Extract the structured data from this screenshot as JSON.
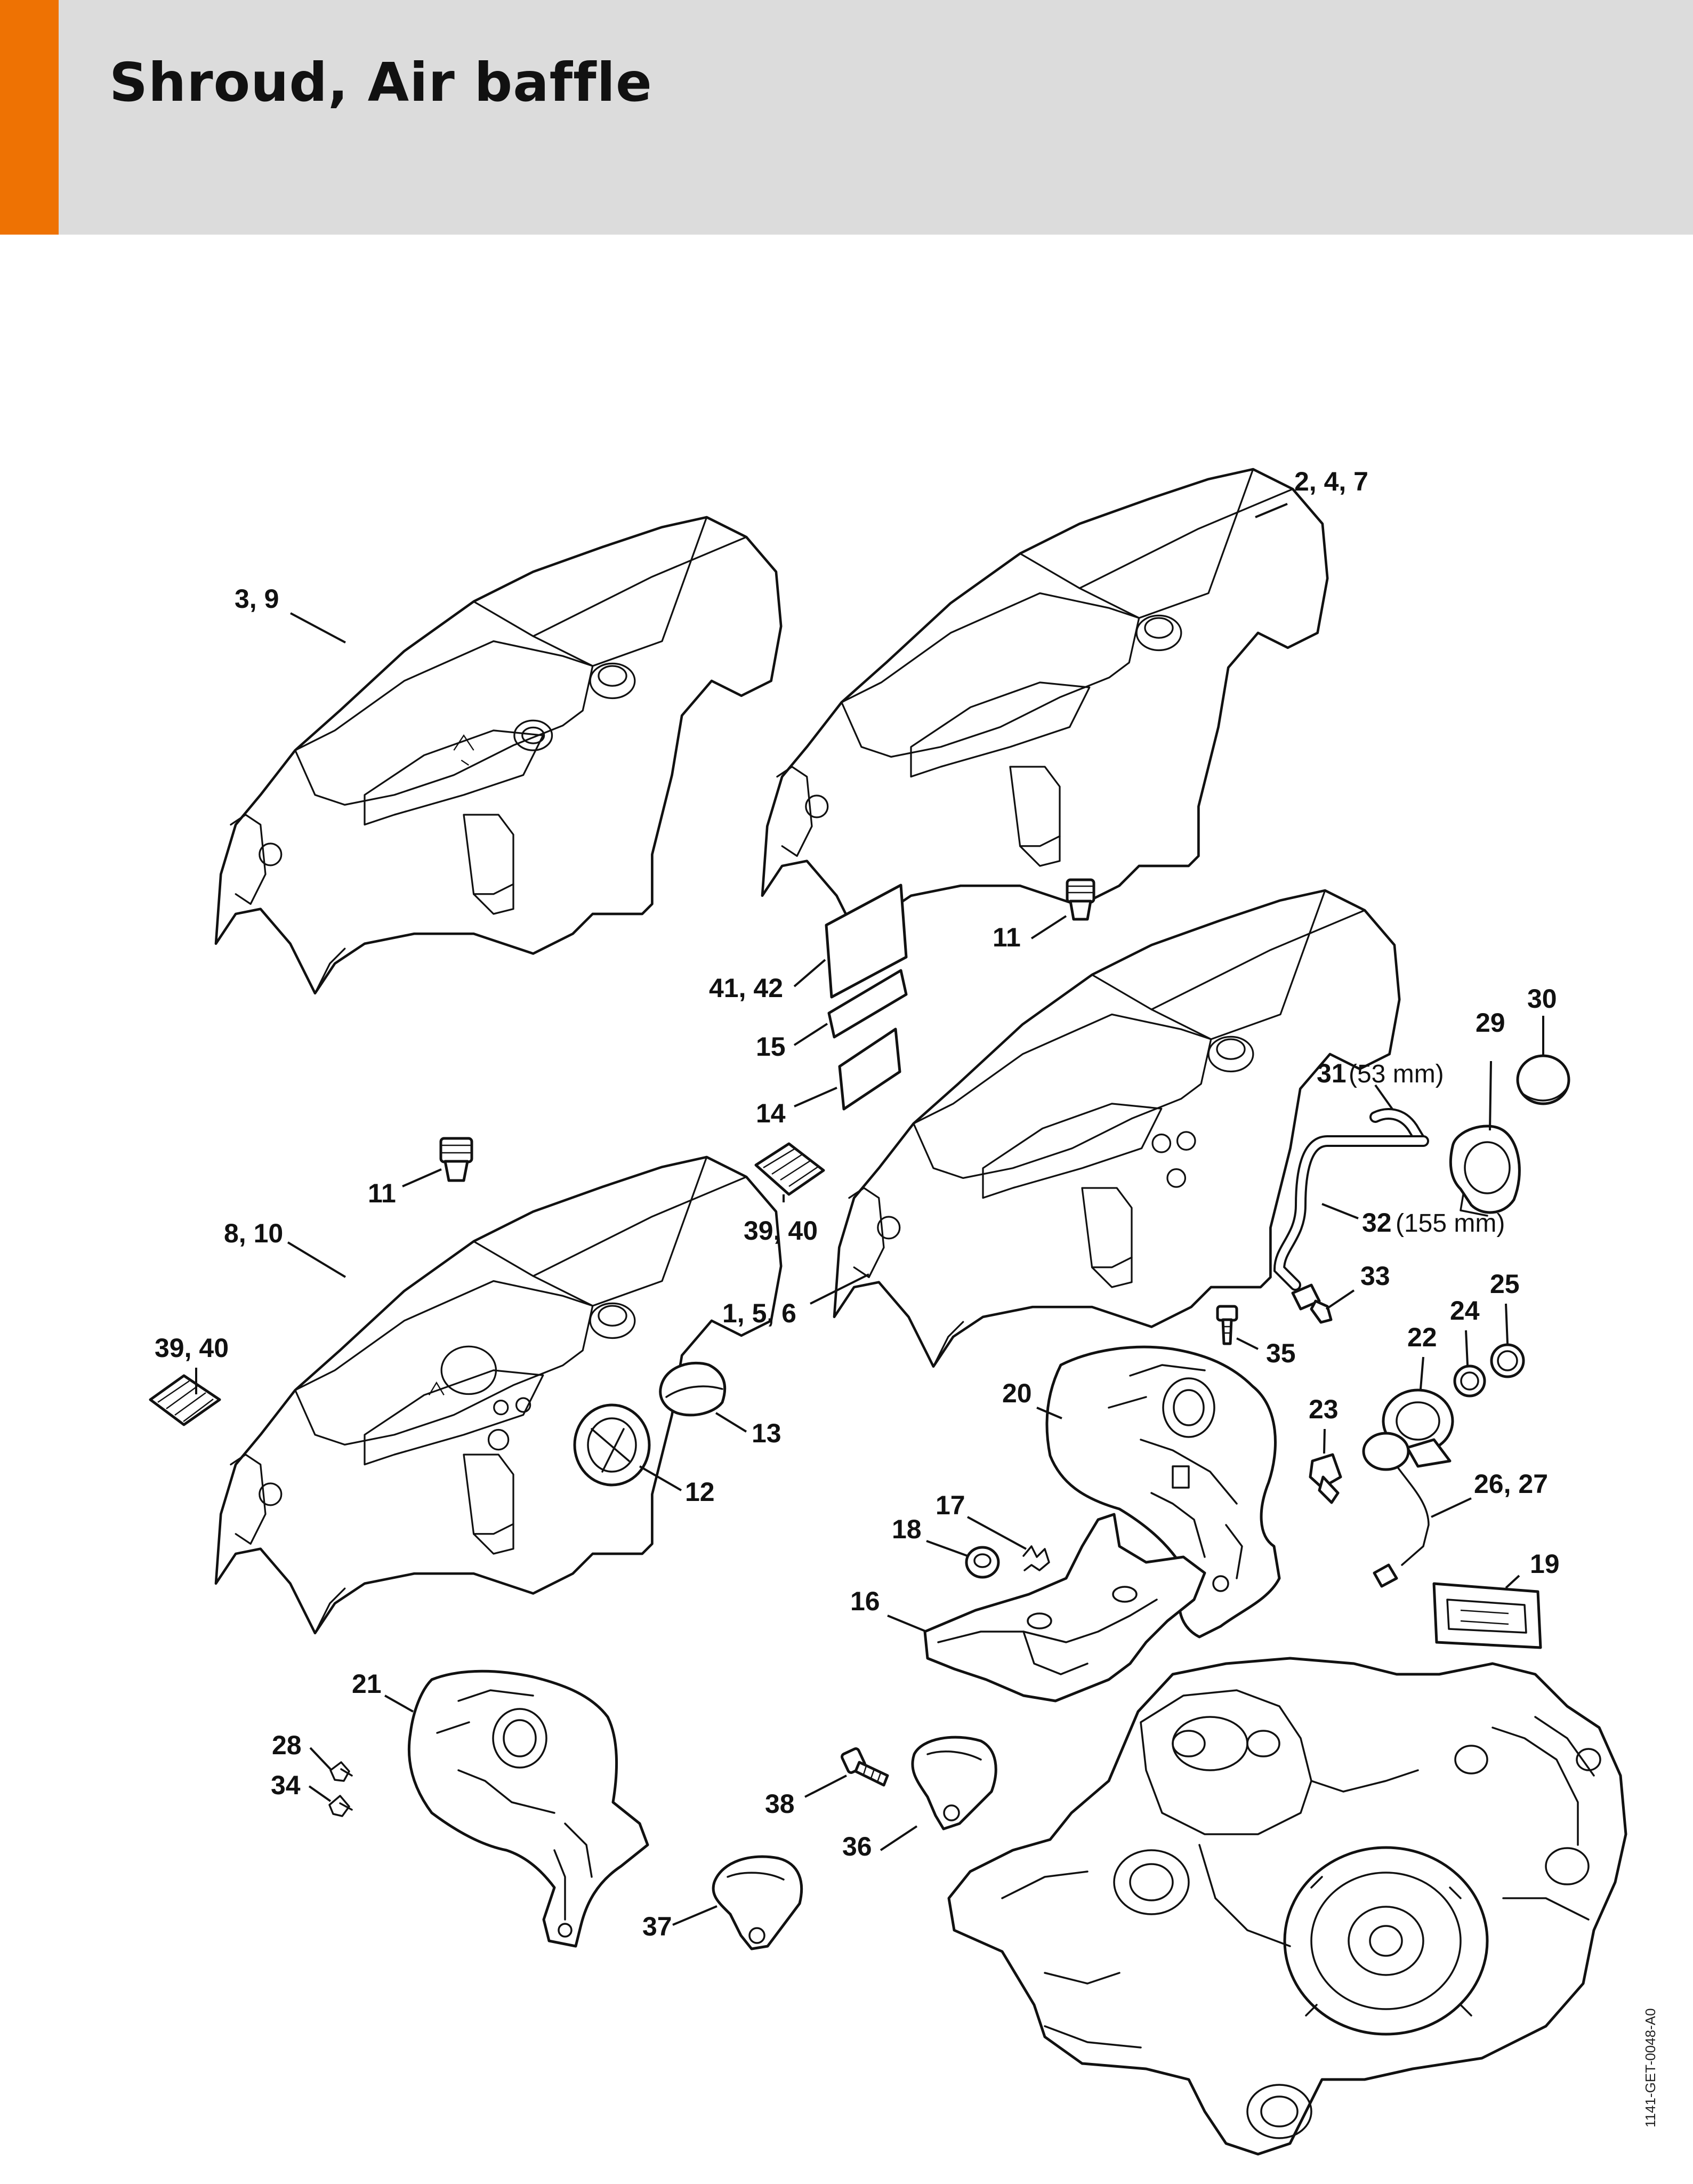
{
  "page": {
    "title": "Shroud, Air baffle",
    "accent_color": "#ee7203",
    "header_color": "#dcdcdc",
    "reference_code": "1141-GET-0048-A0"
  },
  "diagram": {
    "labels": {
      "shroud_3_9": "3, 9",
      "shroud_2_4_7": "2, 4, 7",
      "shroud_8_10": "8, 10",
      "shroud_1_5_6": "1, 5, 6",
      "plug_11_upper": "11",
      "plug_11_lower": "11",
      "label_41_42": "41, 42",
      "label_15": "15",
      "label_14": "14",
      "pad_39_40_center": "39, 40",
      "pad_39_40_left": "39, 40",
      "cap_13": "13",
      "knob_12": "12",
      "housing_29": "29",
      "cap_30": "30",
      "hose_31": "31",
      "hose_31_length": "(53 mm)",
      "hose_32": "32",
      "hose_32_length": "(155 mm)",
      "fitting_33": "33",
      "screw_35": "35",
      "ring_24": "24",
      "ring_25": "25",
      "housing_22": "22",
      "baffle_20": "20",
      "valve_23": "23",
      "cable_26_27": "26, 27",
      "clip_17": "17",
      "grommet_18": "18",
      "plate_19": "19",
      "baffle_16": "16",
      "baffle_21": "21",
      "clip_28": "28",
      "clip_34": "34",
      "screw_38": "38",
      "bracket_36": "36",
      "bracket_37": "37"
    }
  }
}
